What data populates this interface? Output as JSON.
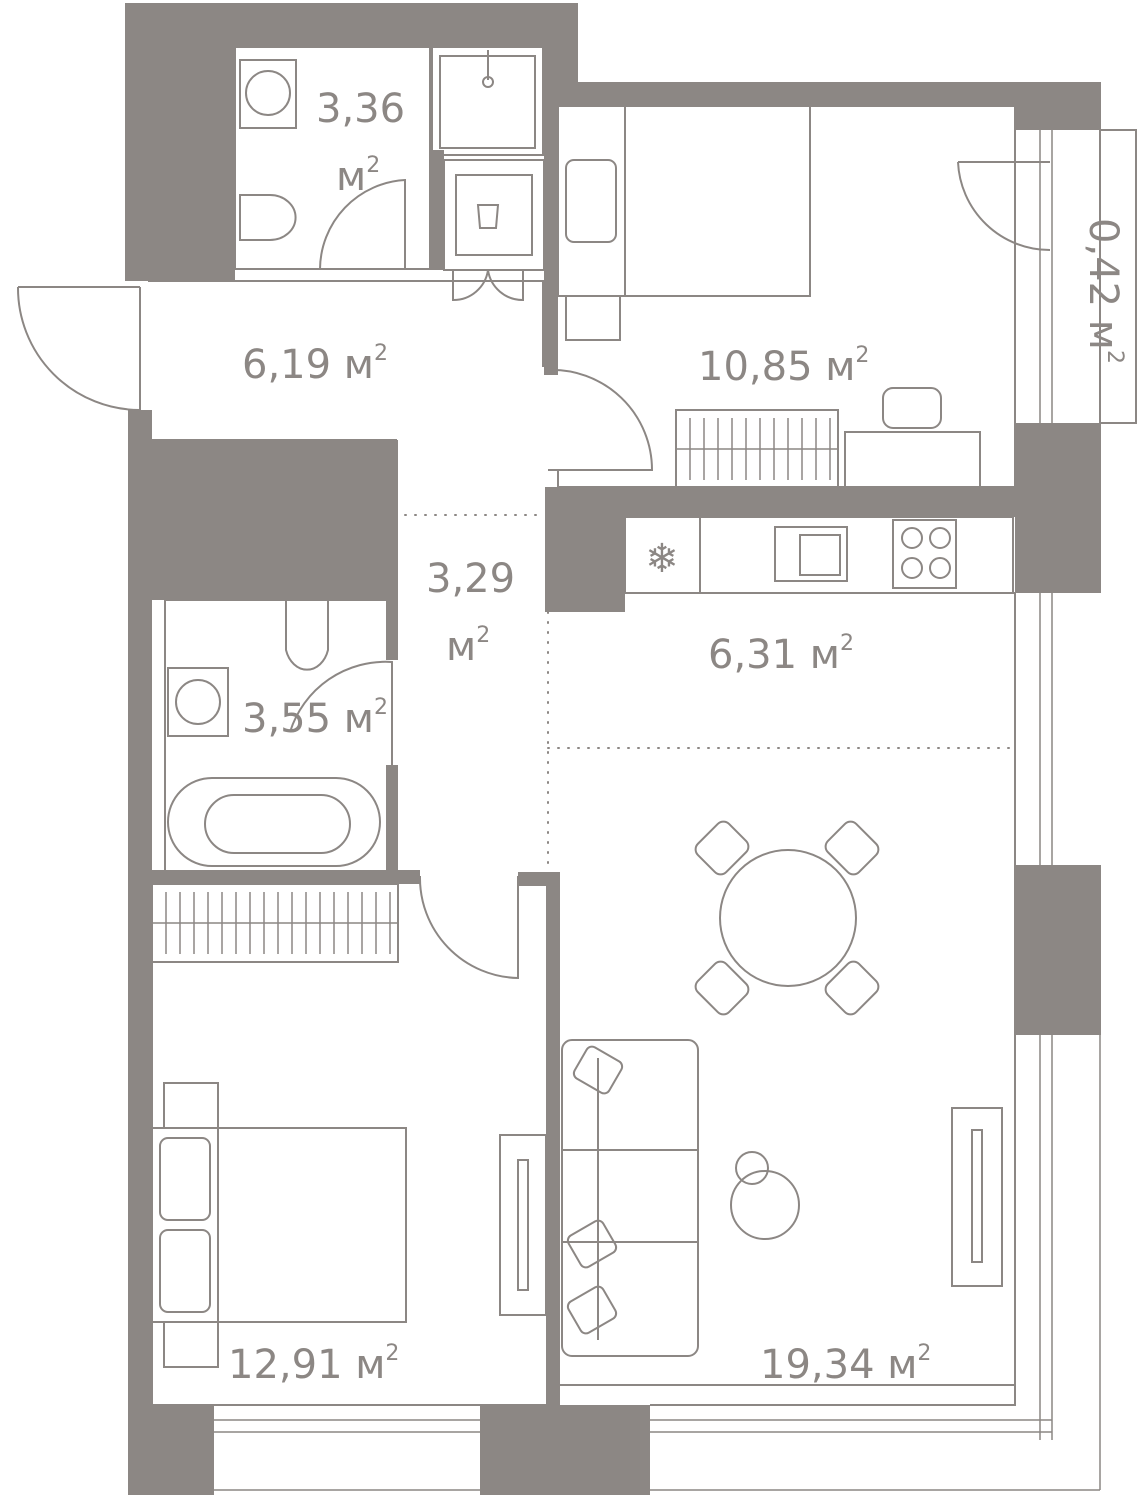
{
  "floor_plan": {
    "rooms": [
      {
        "id": "wc-top",
        "area": "3,36",
        "unit": "м",
        "power": "2"
      },
      {
        "id": "hallway",
        "area": "6,19",
        "unit": "м",
        "power": "2"
      },
      {
        "id": "bedroom-1",
        "area": "10,85",
        "unit": "м",
        "power": "2"
      },
      {
        "id": "balcony",
        "area": "0,42",
        "unit": "м",
        "power": "2"
      },
      {
        "id": "corridor",
        "area": "3,29",
        "unit": "м",
        "power": "2"
      },
      {
        "id": "kitchen",
        "area": "6,31",
        "unit": "м",
        "power": "2"
      },
      {
        "id": "bathroom",
        "area": "3,55",
        "unit": "м",
        "power": "2"
      },
      {
        "id": "bedroom-2",
        "area": "12,91",
        "unit": "м",
        "power": "2"
      },
      {
        "id": "living-room",
        "area": "19,34",
        "unit": "м",
        "power": "2"
      }
    ]
  },
  "colors": {
    "line": "#8c8784",
    "wall": "#8c8784",
    "background": "#ffffff"
  }
}
